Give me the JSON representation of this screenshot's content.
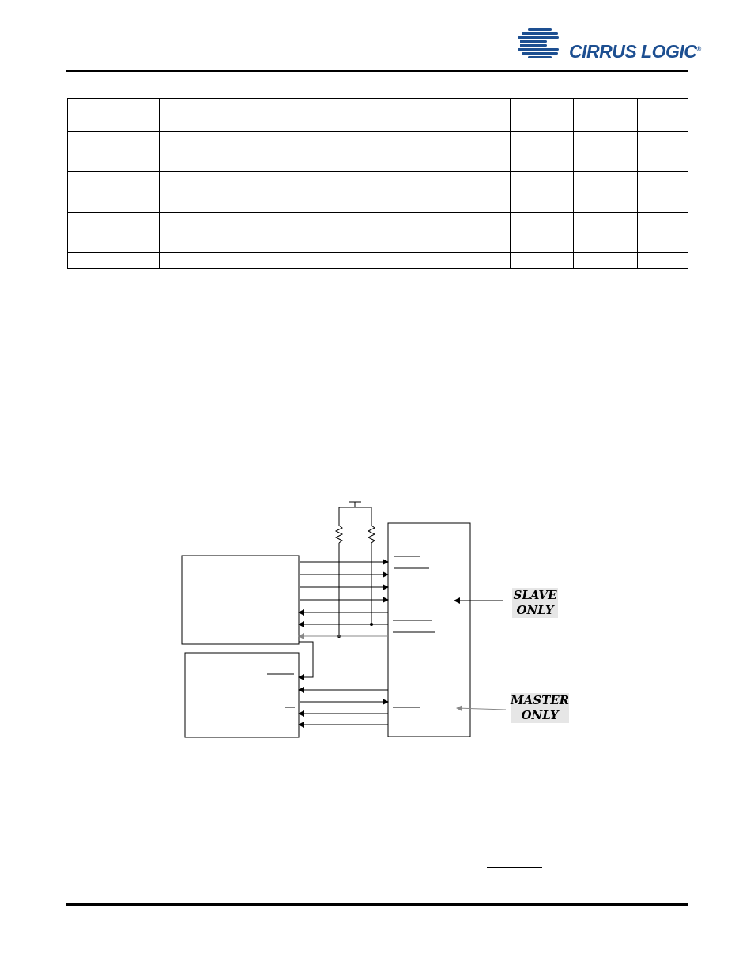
{
  "header": {
    "logo": {
      "text": "CIRRUS LOGIC",
      "mark": "®",
      "color": "#1d4f91"
    }
  },
  "table": {
    "rows": [
      [
        "",
        "",
        "",
        "",
        ""
      ],
      [
        "",
        "",
        "",
        "",
        ""
      ],
      [
        "",
        "",
        "",
        "",
        ""
      ],
      [
        "",
        "",
        "",
        "",
        ""
      ],
      [
        "",
        "",
        "",
        "",
        ""
      ]
    ]
  },
  "diagram": {
    "slave_label": [
      "SLAVE",
      "ONLY"
    ],
    "master_label": [
      "MASTER",
      "ONLY"
    ]
  }
}
